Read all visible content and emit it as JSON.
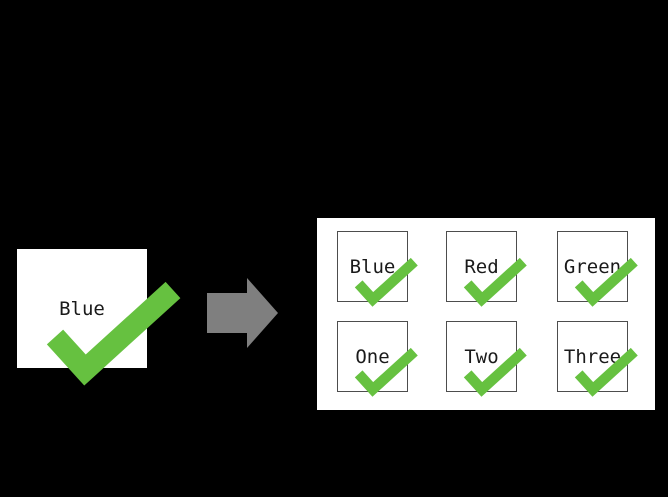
{
  "colors": {
    "background": "#000000",
    "surface": "#ffffff",
    "check_green": "#66c140",
    "arrow_gray": "#7f7f7f",
    "box_border": "#4d4d4d",
    "text_ink": "#1a1a1a"
  },
  "source_box": {
    "label": "Blue",
    "checked": true
  },
  "arrow": {
    "icon": "right-arrow"
  },
  "result_panel": {
    "items": [
      {
        "label": "Blue",
        "checked": true
      },
      {
        "label": "Red",
        "checked": true
      },
      {
        "label": "Green",
        "checked": true
      },
      {
        "label": "One",
        "checked": true
      },
      {
        "label": "Two",
        "checked": true
      },
      {
        "label": "Three",
        "checked": true
      }
    ]
  }
}
